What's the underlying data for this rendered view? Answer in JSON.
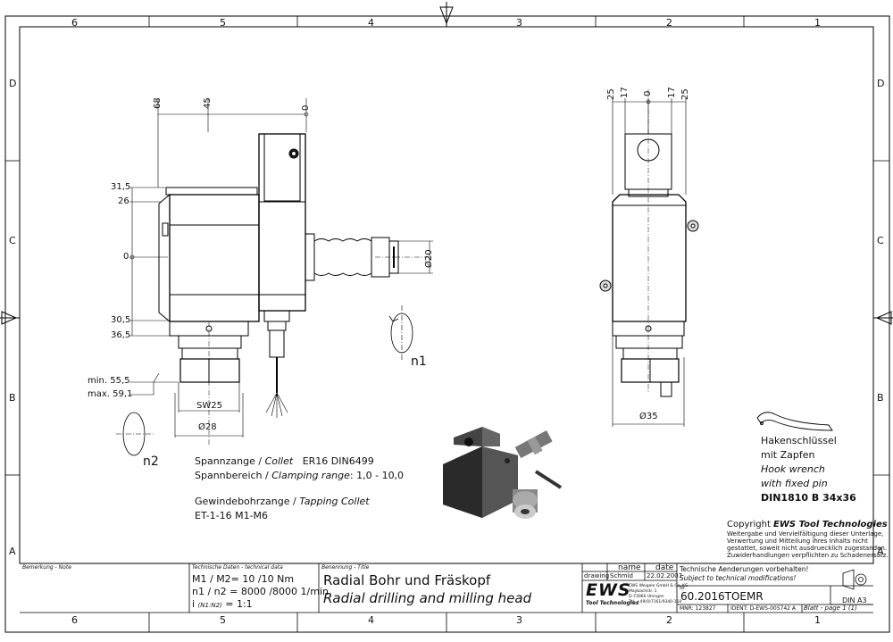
{
  "border": {
    "cols_top": [
      "6",
      "5",
      "4",
      "3",
      "2",
      "1"
    ],
    "cols_bottom": [
      "6",
      "5",
      "4",
      "3",
      "2",
      "1"
    ],
    "rows_left": [
      "D",
      "C",
      "B",
      "A"
    ],
    "rows_right": [
      "D",
      "C",
      "B",
      "A"
    ]
  },
  "side_view": {
    "top_dims": [
      "68",
      "45",
      "0"
    ],
    "left_dims": [
      "31,5",
      "26",
      "0",
      "30,5",
      "36,5",
      "min. 55,5",
      "max. 59,1"
    ],
    "collet_dia": "Ø20",
    "rotation_label_right": "n1",
    "rotation_label_left": "n2",
    "sw_label": "SW25",
    "dia_bottom": "Ø28"
  },
  "front_view": {
    "top_dims": [
      "25",
      "17",
      "0",
      "17",
      "25"
    ],
    "dia_bottom": "Ø35"
  },
  "spec_notes": {
    "line1_de": "Spannzange / ",
    "line1_en": "Collet",
    "line1_val": "ER16   DIN6499",
    "line2_de": "Spannbereich / ",
    "line2_en": "Clamping range",
    "line2_val": ": 1,0 - 10,0",
    "line3_de": "Gewindebohrzange / ",
    "line3_en": "Tapping Collet",
    "line4": "ET-1-16   M1-M6"
  },
  "wrench_note": {
    "l1": "Hakenschlüssel",
    "l2": "mit Zapfen",
    "l3": "Hook wrench",
    "l4": "with fixed pin",
    "l5": "DIN1810 B 34x36"
  },
  "copyright": {
    "title_pre": "Copyright ",
    "title_brand": "EWS Tool Technologies",
    "lines": [
      "Weitergabe und Vervielfältigung dieser Unterlage,",
      "Verwertung und Mitteilung ihres Inhalts nicht",
      "gestattet, soweit nicht ausdruecklich zugestanden.",
      "Zuwiderhandlungen verpflichten zu Schadenersatz."
    ]
  },
  "title_block": {
    "bemerkung_label": "Bemerkung - Note",
    "techdata_label": "Technische Daten - technical data",
    "row1": "M1 / M2= 10  /10  Nm",
    "row2": "n1 / n2 = 8000 /8000  1/min",
    "row3_pre": "i ",
    "row3_sub": "(N1:N2)",
    "row3_val": "= 1:1",
    "benennung_label": "Benennung - Title",
    "title_de": "Radial Bohr und Fräskopf",
    "title_en": "Radial drilling and milling head",
    "col_name": "name",
    "col_date": "date",
    "drawing_label": "drawing",
    "drawing_name": "Schmid",
    "drawing_date": "22.02.2007",
    "ews_logo": "EWS",
    "ews_sub": "Tool Technologies",
    "ews_addr": [
      "EWS Weigele GmbH & Co. KG",
      "Maybachstr. 1",
      "D-73066 Uhingen",
      "Tel. +49(0)7161/9340-150"
    ],
    "tech_changes_de": "Technische Aenderungen vorbehalten!",
    "tech_changes_en": "Subject to technical modifications!",
    "nr_label": "Nr.",
    "part_number": "60.2016TOEMR",
    "mnr": "MNR: 123827",
    "ident": "IDENT: D-EWS-005742 A",
    "blatt": "Blatt - page  1 (1)",
    "din": "DIN A3"
  }
}
